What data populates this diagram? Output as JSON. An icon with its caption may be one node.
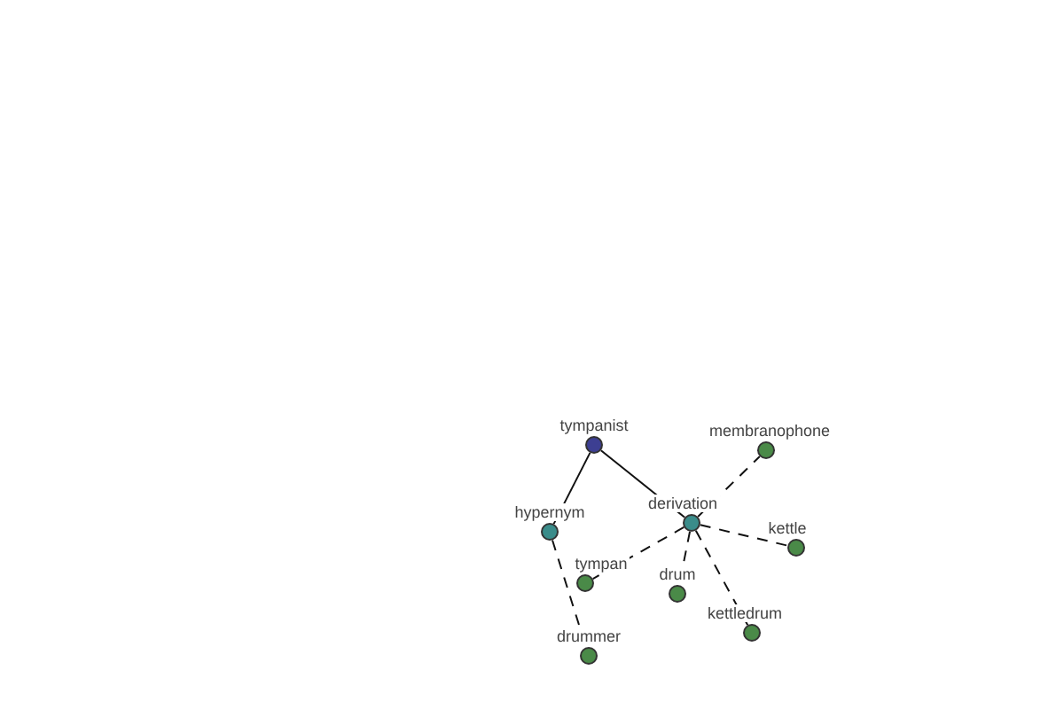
{
  "diagram": {
    "nodes": [
      {
        "text": [
          "tympanist"
        ]
      },
      {
        "text": [
          "membranophone"
        ]
      },
      {
        "text": [
          "hypernym"
        ]
      },
      {
        "text": [
          "derivation"
        ]
      },
      {
        "text": [
          "kettle"
        ]
      },
      {
        "text": [
          "tympan"
        ]
      },
      {
        "text": [
          "drum"
        ]
      },
      {
        "text": [
          "kettledrum"
        ]
      },
      {
        "text": [
          "drummer"
        ]
      }
    ],
    "edges": [
      {
        "from": 0,
        "to": 2,
        "arrow": "none"
      },
      {
        "from": 0,
        "to": 3,
        "arrow": "none"
      },
      {
        "from": 2,
        "to": 8,
        "arrow": "none",
        "style": "dashed"
      },
      {
        "from": 3,
        "to": 1,
        "arrow": "none",
        "style": "dashed"
      },
      {
        "from": 3,
        "to": 4,
        "arrow": "none",
        "style": "dashed"
      },
      {
        "from": 3,
        "to": 5,
        "arrow": "none",
        "style": "dashed"
      },
      {
        "from": 3,
        "to": 6,
        "arrow": "none",
        "style": "dashed"
      },
      {
        "from": 3,
        "to": 7,
        "arrow": "none",
        "style": "dashed"
      }
    ]
  }
}
